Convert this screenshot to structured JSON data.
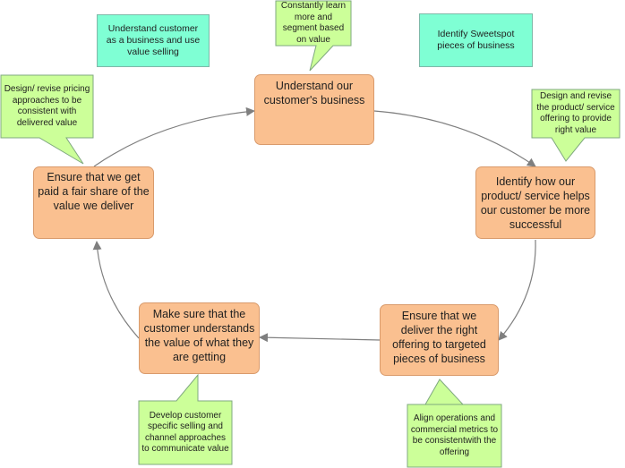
{
  "nodes": {
    "understand_business": "Understand our customer's business",
    "identify_product": "Identify how our product/ service helps our customer be more successful",
    "deliver_offering": "Ensure that we deliver the right offering to targeted pieces of business",
    "customer_understands": "Make sure that the customer understands the value of what they are getting",
    "fair_share": "Ensure that we get paid a fair share of the value we deliver"
  },
  "notes": {
    "understand_customer": "Understand customer as a business and use value selling",
    "sweetspot": "Identify Sweetspot pieces of business"
  },
  "callouts": {
    "learn_segment": "Constantly learn more and segment based on value",
    "design_offering": "Design and revise the product/ service offering to provide right value",
    "align_metrics": "Align operations and commercial metrics to be consistentwith the offering",
    "develop_selling": "Develop customer specific selling and channel approaches to communicate value",
    "design_pricing": "Design/ revise pricing approaches to be consistent with delivered value"
  },
  "colors": {
    "process_fill": "#fac090",
    "note_fill": "#7fffd4",
    "callout_fill": "#ccff99",
    "arrow": "#7f7f7f"
  }
}
